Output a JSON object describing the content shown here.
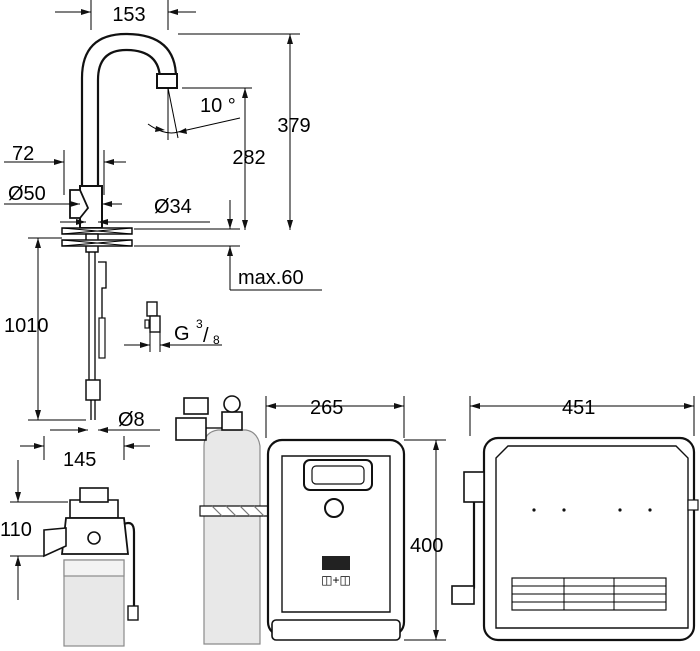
{
  "dimensions": {
    "spout_reach": "153",
    "spout_angle": "10 °",
    "total_height": "379",
    "spout_height": "282",
    "lever_offset": "72",
    "body_diameter": "Ø50",
    "hole_diameter": "Ø34",
    "max_thickness": "max.60",
    "hose_length": "1010",
    "connection_main": "G",
    "connection_num": "3",
    "connection_den": "8",
    "hose_diameter": "Ø8",
    "filter_width": "145",
    "filter_height": "110",
    "chiller_depth": "265",
    "chiller_width": "451",
    "chiller_height": "400"
  }
}
